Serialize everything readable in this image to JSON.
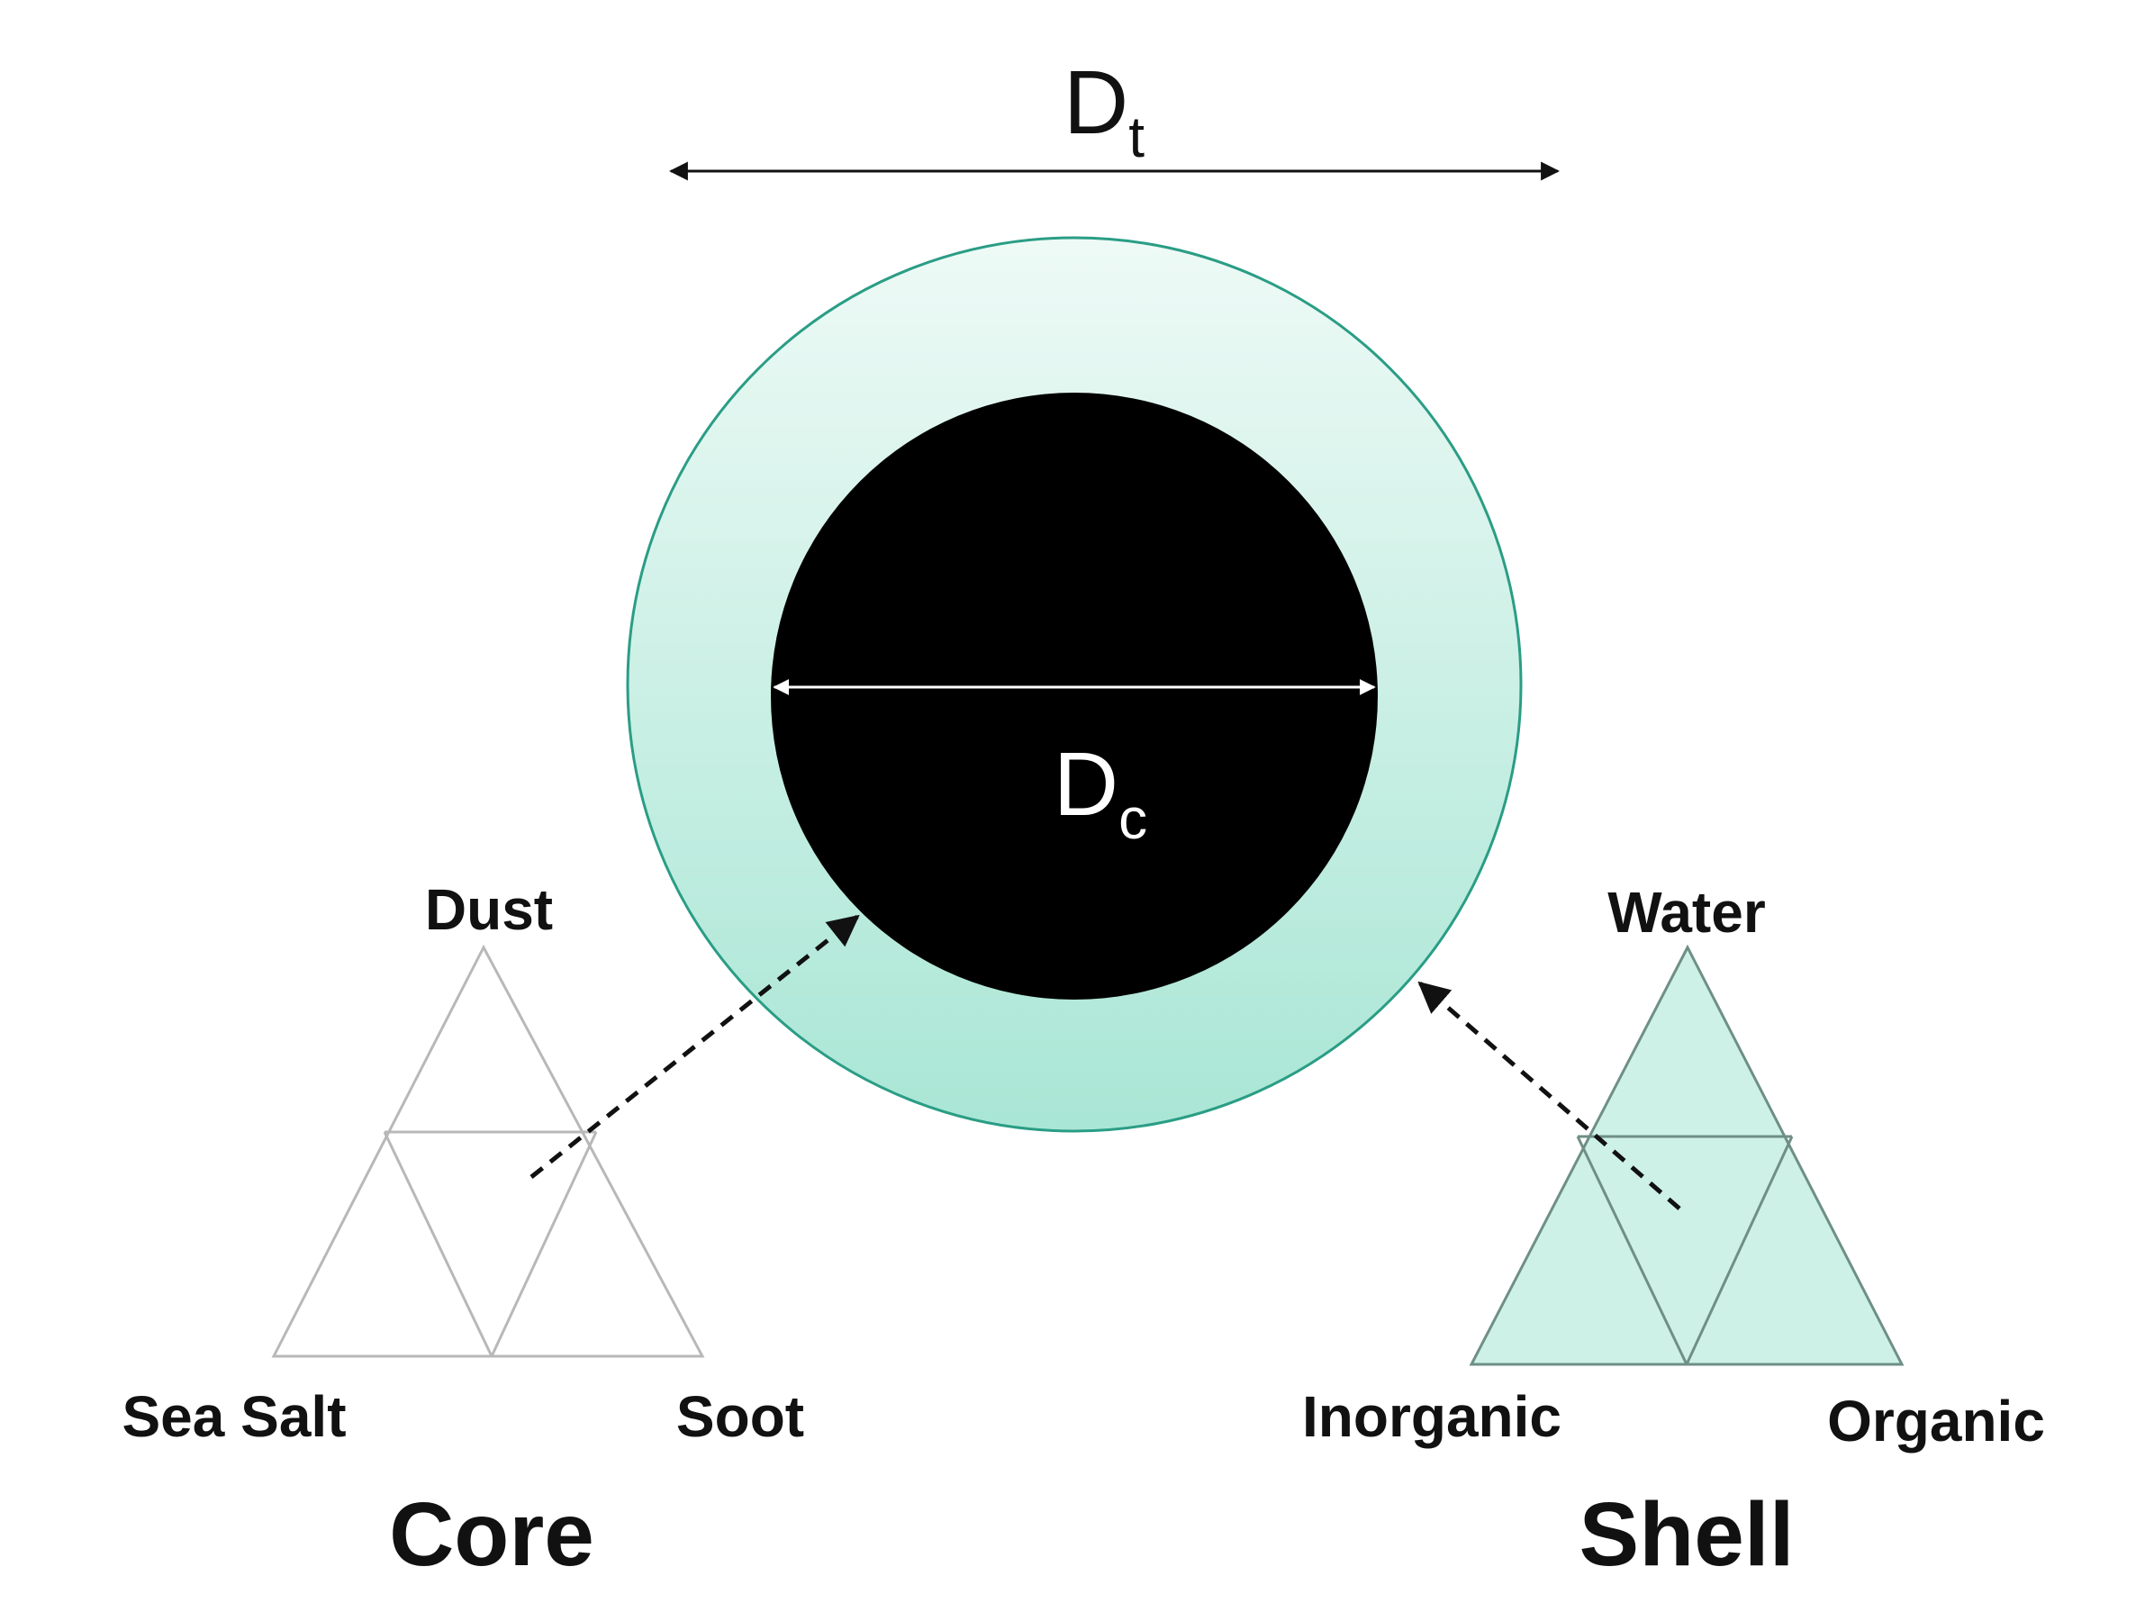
{
  "diagram": {
    "total_diameter": {
      "symbol": "D",
      "subscript": "t"
    },
    "core_diameter": {
      "symbol": "D",
      "subscript": "c"
    },
    "core": {
      "title": "Core",
      "top": "Dust",
      "bottom_left": "Sea Salt",
      "bottom_right": "Soot"
    },
    "shell": {
      "title": "Shell",
      "top": "Water",
      "bottom_left": "Inorganic",
      "bottom_right": "Organic"
    }
  },
  "colors": {
    "shell_accent": "#2a9d85",
    "shell_fill_light": "#e8f8f3",
    "shell_fill_dark": "#aee8d8",
    "triangle_fill": "#cdf1e6",
    "core_fill": "#000000"
  }
}
